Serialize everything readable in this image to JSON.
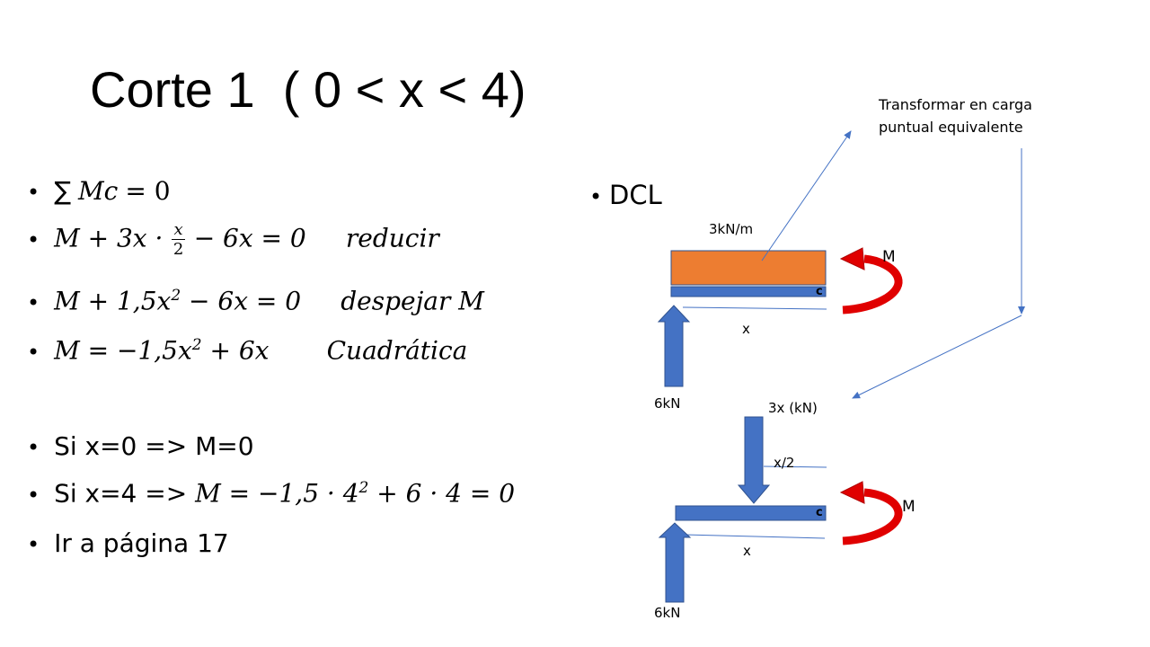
{
  "slide": {
    "title": "Corte 1  ( 0 < x < 4)"
  },
  "equations": {
    "sum_moments": {
      "sigma": "∑",
      "lhs": "Mc",
      "rhs": "= 0"
    },
    "eq2": {
      "part1": "M + 3x ·",
      "frac_num": "x",
      "frac_den": "2",
      "part2": "− 6x = 0",
      "note": "reducir"
    },
    "eq3": {
      "part1": "M + 1,5x",
      "sup": "2",
      "part2": " − 6x = 0",
      "note": "despejar M"
    },
    "eq4": {
      "part1": "M = −1,5x",
      "sup": "2",
      "part2": " + 6x",
      "note": "Cuadrática"
    }
  },
  "checks": {
    "check1": "Si x=0 => M=0",
    "check2_prefix": "Si x=4 => ",
    "check2_math_a": "M = −1,5 · 4",
    "check2_sup": "2",
    "check2_math_b": " + 6 · 4 = 0",
    "link": "Ir a página 17"
  },
  "dcl": {
    "heading": "DCL",
    "note": "Transformar en carga puntual equivalente",
    "top": {
      "load_label": "3kN/m",
      "moment_label": "M",
      "point_label": "c",
      "x_label": "x",
      "reaction_label": "6kN"
    },
    "bottom": {
      "load_label": "3x (kN)",
      "half_label": "x/2",
      "moment_label": "M",
      "point_label": "c",
      "x_label": "x",
      "reaction_label": "6kN"
    },
    "colors": {
      "distributed_load": "#ED7D31",
      "beam": "#4472C4",
      "moment": "#E00000",
      "thin_line": "#4472C4"
    }
  }
}
